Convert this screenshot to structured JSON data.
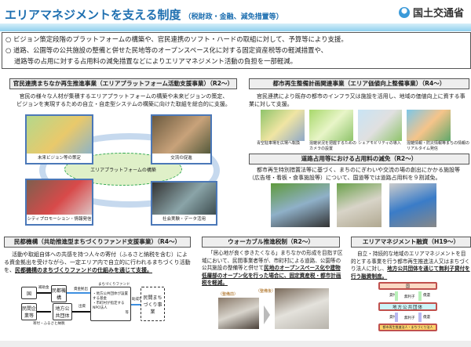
{
  "header": {
    "title": "エリアマネジメントを支える制度",
    "subtitle": "（税財政・金融、減免措置等）",
    "logo_text": "国土交通省"
  },
  "summary": [
    "○ ビジョン策定段階のプラットフォームの構築や、官民連携のソフト・ハードの取組に対して、予算等により支援。",
    "○ 道路、公園等の公共施設の整備と併せた民地等のオープンスペース化に対する固定資産税等の軽減措置や、",
    "　 道路等の占用に対する占用料の減免措置などによりエリアマネジメント活動の負担を一部軽減。"
  ],
  "platform": {
    "title": "官民連携まちなか再生推進事業（エリアプラットフォーム活動支援事業）（R2～）",
    "desc1": "官民の様々な人材が集積するエリアプラットフォームの構築や未来ビジョンの策定、",
    "desc2": "ビジョンを実現するための自立・自走型システムの構築に向けた取組を総合的に支援。",
    "center": "エリアプラットフォームの構築",
    "photos": [
      "未来ビジョン等の策定",
      "交流の促進",
      "シティプロモーション・情報発信",
      "社会実験・データ活用"
    ]
  },
  "urban": {
    "title": "都市再生整備計画関連事業（エリア価値向上整備事業）（R4～）",
    "desc": "官民連携により既存の都市のインフラ又は施設を活用し、地域の価値向上に資する事業に対して支援。",
    "items": [
      "青空駐車場を広場へ転換",
      "混雑状況を把握するためのカメラの設置",
      "シェアモビリティの導入",
      "混雑情報・防災情報等まちの情報のリアルタイム発信"
    ]
  },
  "road": {
    "title": "道路占用等における占用料の減免（R2～）",
    "desc": "都市再生特別措置法等に基づく、まちのにぎわいや交流の場の創出にかかる施設等（広告塔・看板・食事施設等）について、国道等では道路占用料を９割減免。"
  },
  "minto": {
    "title": "民都機構（共助推進型まちづくりファンド支援事業）（R4～）",
    "desc": "活動や取組自体への共感を持つ人々の寄付（ふるさと納税を含む）による資金拠出を受けながら、一定エリア内で自立的に行われるまちづくり活動を、",
    "desc_u": "民都機構のまちづくりファンドの仕組みを通じて支援。",
    "diagram": {
      "kuni": "国",
      "hojokin": "補助金",
      "minto": "民都機構",
      "shusshi": "資金拠出",
      "private": "民間企業等",
      "kifu": "寄付・ふるさと納税",
      "local": "地方公共団体",
      "shutsu": "出資",
      "fund_label": "まちづくりファンド",
      "fund_items": [
        "・地方公共団体が設置する基金",
        "・市町村が指定するNPO法人"
      ],
      "etc": "等",
      "josei": "助成等",
      "target": "民間まちづくり事業"
    }
  },
  "walk": {
    "title": "ウォーカブル推進税制（R2～）",
    "desc": "「居心地が良く歩きたくなる」まちなかの形成を目指す区域において、民間事業者等が、市町村による道路、公園等の公共施設の整備等と併せて",
    "desc_u": "民地のオープンスペース化や建物低層部のオープン化を行った場合に、固定資産税・都市計画税を軽減。",
    "before": "（整備前）",
    "after": "（整備後）"
  },
  "finance": {
    "title": "エリアマネジメント融資（H19～）",
    "desc": "自立・持続的な地域のエリアマネジメントを目的とする事業を行う都市再生推進法人又はまちづくり法人に対し、",
    "desc_u": "地方公共団体を通じて無利子貸付を行う融資制度。",
    "diagram": {
      "kuni": "国",
      "lend": "貸付",
      "interest": "無利子",
      "repay": "償還",
      "local": "地方公共団体",
      "corp": "都市再生推進法人・まちづくり法人"
    }
  },
  "colors": {
    "title": "#1e6fb0",
    "photo_border": "#4b78b8",
    "ellipse": "#dff0c8"
  }
}
